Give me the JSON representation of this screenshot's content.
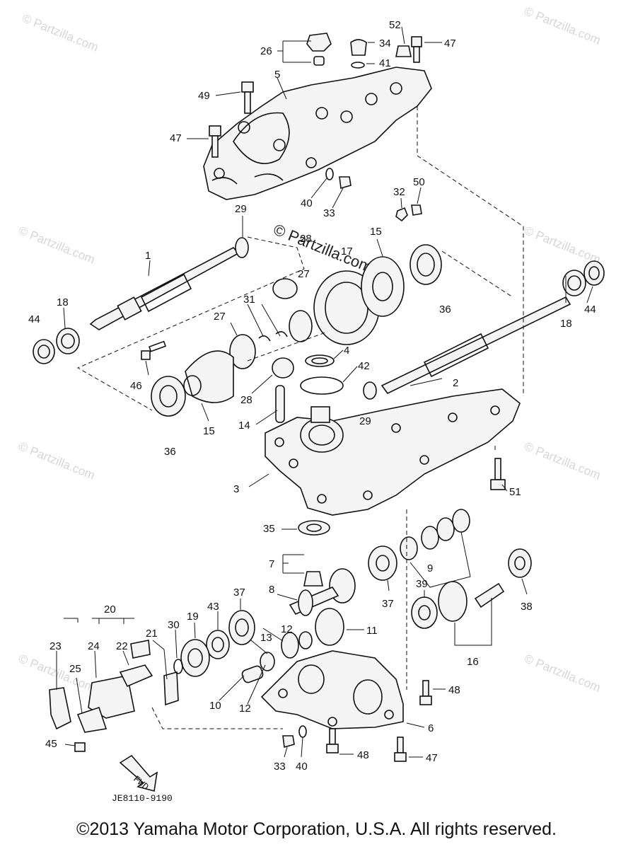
{
  "callouts": [
    {
      "id": "c26",
      "text": "26"
    },
    {
      "id": "c34",
      "text": "34"
    },
    {
      "id": "c52",
      "text": "52"
    },
    {
      "id": "c47a",
      "text": "47"
    },
    {
      "id": "c41",
      "text": "41"
    },
    {
      "id": "c5",
      "text": "5"
    },
    {
      "id": "c49",
      "text": "49"
    },
    {
      "id": "c47b",
      "text": "47"
    },
    {
      "id": "c40a",
      "text": "40"
    },
    {
      "id": "c33a",
      "text": "33"
    },
    {
      "id": "c32",
      "text": "32"
    },
    {
      "id": "c50",
      "text": "50"
    },
    {
      "id": "c29a",
      "text": "29"
    },
    {
      "id": "c28a",
      "text": "28"
    },
    {
      "id": "c17",
      "text": "17"
    },
    {
      "id": "c15a",
      "text": "15"
    },
    {
      "id": "c1",
      "text": "1"
    },
    {
      "id": "c27a",
      "text": "27"
    },
    {
      "id": "c36a",
      "text": "36"
    },
    {
      "id": "c18a",
      "text": "18"
    },
    {
      "id": "c44a",
      "text": "44"
    },
    {
      "id": "c44b",
      "text": "44"
    },
    {
      "id": "c18b",
      "text": "18"
    },
    {
      "id": "c31",
      "text": "31"
    },
    {
      "id": "c27b",
      "text": "27"
    },
    {
      "id": "c4",
      "text": "4"
    },
    {
      "id": "c42",
      "text": "42"
    },
    {
      "id": "c2",
      "text": "2"
    },
    {
      "id": "c46",
      "text": "46"
    },
    {
      "id": "c28b",
      "text": "28"
    },
    {
      "id": "c29b",
      "text": "29"
    },
    {
      "id": "c15b",
      "text": "15"
    },
    {
      "id": "c36b",
      "text": "36"
    },
    {
      "id": "c14",
      "text": "14"
    },
    {
      "id": "c3",
      "text": "3"
    },
    {
      "id": "c51",
      "text": "51"
    },
    {
      "id": "c35",
      "text": "35"
    },
    {
      "id": "c7",
      "text": "7"
    },
    {
      "id": "c9",
      "text": "9"
    },
    {
      "id": "c8",
      "text": "8"
    },
    {
      "id": "c37a",
      "text": "37"
    },
    {
      "id": "c37b",
      "text": "37"
    },
    {
      "id": "c39",
      "text": "39"
    },
    {
      "id": "c38",
      "text": "38"
    },
    {
      "id": "c20",
      "text": "20"
    },
    {
      "id": "c43",
      "text": "43"
    },
    {
      "id": "c19",
      "text": "19"
    },
    {
      "id": "c30",
      "text": "30"
    },
    {
      "id": "c21",
      "text": "21"
    },
    {
      "id": "c11",
      "text": "11"
    },
    {
      "id": "c12a",
      "text": "12"
    },
    {
      "id": "c13",
      "text": "13"
    },
    {
      "id": "c16",
      "text": "16"
    },
    {
      "id": "c23",
      "text": "23"
    },
    {
      "id": "c24",
      "text": "24"
    },
    {
      "id": "c22",
      "text": "22"
    },
    {
      "id": "c25",
      "text": "25"
    },
    {
      "id": "c10",
      "text": "10"
    },
    {
      "id": "c12b",
      "text": "12"
    },
    {
      "id": "c48a",
      "text": "48"
    },
    {
      "id": "c6",
      "text": "6"
    },
    {
      "id": "c45",
      "text": "45"
    },
    {
      "id": "c33b",
      "text": "33"
    },
    {
      "id": "c40b",
      "text": "40"
    },
    {
      "id": "c48b",
      "text": "48"
    },
    {
      "id": "c47c",
      "text": "47"
    }
  ],
  "watermark": "© Partzilla.com",
  "center_watermark": "© Partzilla.com",
  "fwd_label": "FWD",
  "drawing_code": "JE8110-9190",
  "copyright": "©2013 Yamaha Motor Corporation, U.S.A. All rights reserved."
}
